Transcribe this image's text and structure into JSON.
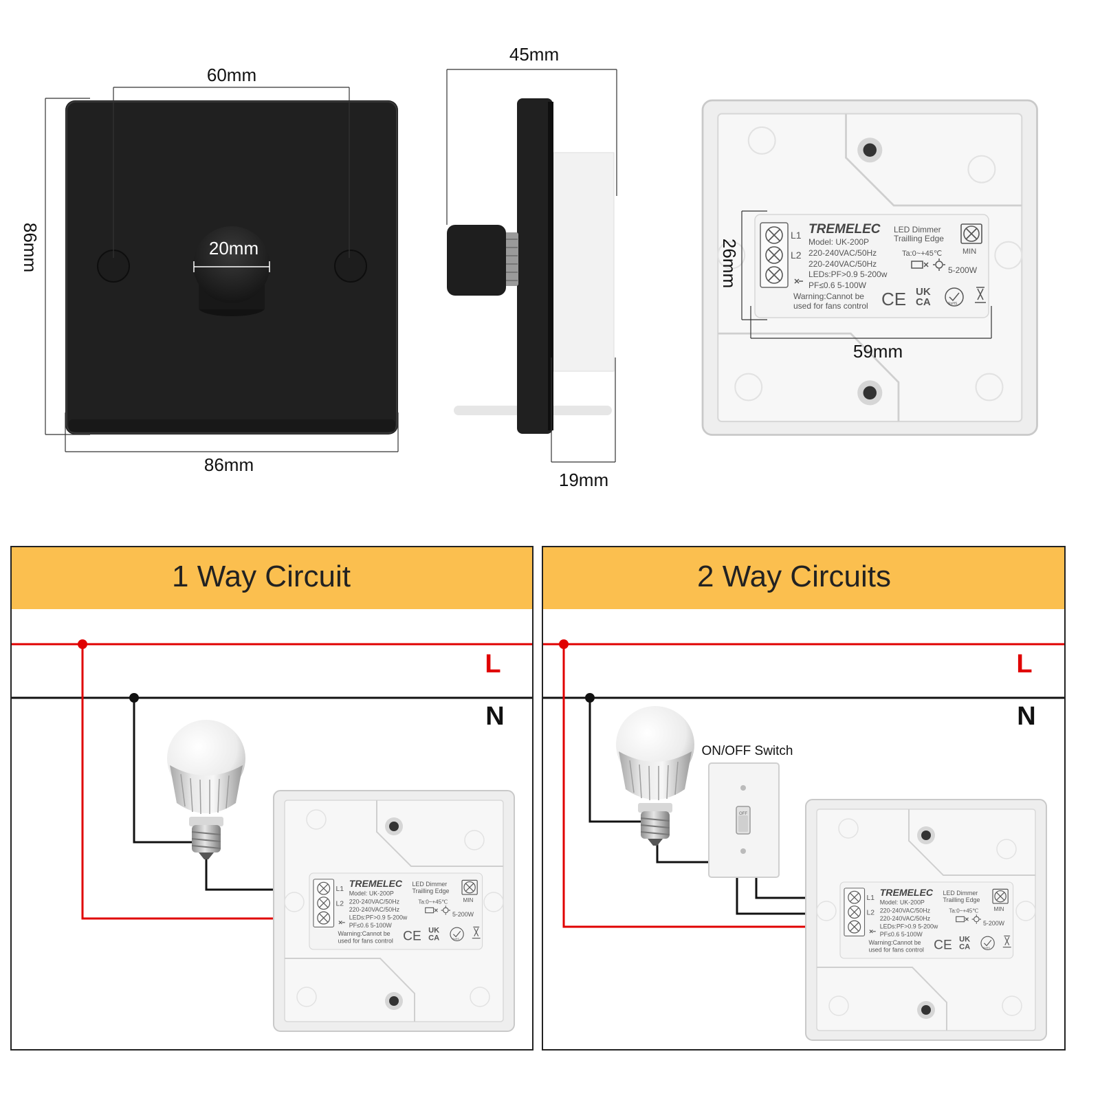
{
  "dimensions": {
    "front_screw_spacing": "60mm",
    "front_height": "86mm",
    "front_width": "86mm",
    "knob_diameter": "20mm",
    "side_depth": "45mm",
    "side_backbox": "19mm",
    "module_height": "26mm",
    "module_width": "59mm"
  },
  "module_label": {
    "brand": "TREMELEC",
    "model": "Model: UK-200P",
    "voltage1": "220-240VAC/50Hz",
    "voltage2": "220-240VAC/50Hz",
    "leds": "LEDs:PF>0.9 5-200w",
    "pf": "PF≤0.6 5-100W",
    "warning1": "Warning:Cannot be",
    "warning2": "used for fans control",
    "type1": "LED Dimmer",
    "type2": "Trailling Edge",
    "temp": "Ta:0~+45℃",
    "power": "5-200W",
    "min": "MIN",
    "t1": "L1",
    "t2": "L2",
    "ce": "CE",
    "uk": "UK",
    "ca": "CA",
    "rohs": "RoHS"
  },
  "circuits": [
    {
      "title": "1 Way Circuit",
      "live": "L",
      "neutral": "N"
    },
    {
      "title": "2 Way Circuits",
      "live": "L",
      "neutral": "N",
      "switch_label": "ON/OFF Switch",
      "switch_text": "OFF"
    }
  ],
  "colors": {
    "banner": "#fbbf4f",
    "live_wire": "#e00000",
    "neutral_wire": "#111111",
    "plate": "#202020"
  },
  "icons": [
    "bulb-icon",
    "toggle-switch-icon",
    "terminal-screw-icon",
    "ce-mark-icon",
    "ukca-mark-icon",
    "rohs-icon",
    "weee-bin-icon"
  ]
}
